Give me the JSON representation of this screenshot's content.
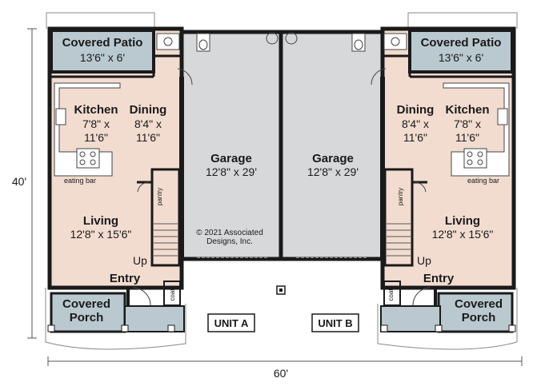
{
  "colors": {
    "wall": "#1a1a1a",
    "living": "#f2dcd0",
    "patio": "#b9c9cf",
    "garage": "#d6d8da",
    "fixture": "#ffffff"
  },
  "dimensions": {
    "height": "40'",
    "width": "60'"
  },
  "unit_a": {
    "covered_patio": {
      "name": "Covered Patio",
      "size": "13'6\" x 6'"
    },
    "kitchen": {
      "name": "Kitchen",
      "size_line1": "7'8\" x",
      "size_line2": "11'6\""
    },
    "dining": {
      "name": "Dining",
      "size_line1": "8'4\" x",
      "size_line2": "11'6\""
    },
    "garage": {
      "name": "Garage",
      "size": "12'8\" x 29'"
    },
    "living": {
      "name": "Living",
      "size": "12'8\" x 15'6\""
    },
    "eating_bar": "eating bar",
    "pantry": "pantry",
    "up": "Up",
    "entry": "Entry",
    "coats": "coats",
    "covered_porch": {
      "line1": "Covered",
      "line2": "Porch"
    },
    "unit_label": "UNIT A"
  },
  "unit_b": {
    "covered_patio": {
      "name": "Covered Patio",
      "size": "13'6\" x 6'"
    },
    "kitchen": {
      "name": "Kitchen",
      "size_line1": "7'8\" x",
      "size_line2": "11'6\""
    },
    "dining": {
      "name": "Dining",
      "size_line1": "8'4\" x",
      "size_line2": "11'6\""
    },
    "garage": {
      "name": "Garage",
      "size": "12'8\" x 29'"
    },
    "living": {
      "name": "Living",
      "size": "12'8\" x 15'6\""
    },
    "eating_bar": "eating bar",
    "pantry": "pantry",
    "up": "Up",
    "entry": "Entry",
    "coats": "coats",
    "covered_porch": {
      "line1": "Covered",
      "line2": "Porch"
    },
    "unit_label": "UNIT B"
  },
  "copyright": {
    "line1": "© 2021 Associated",
    "line2": "Designs, Inc."
  }
}
